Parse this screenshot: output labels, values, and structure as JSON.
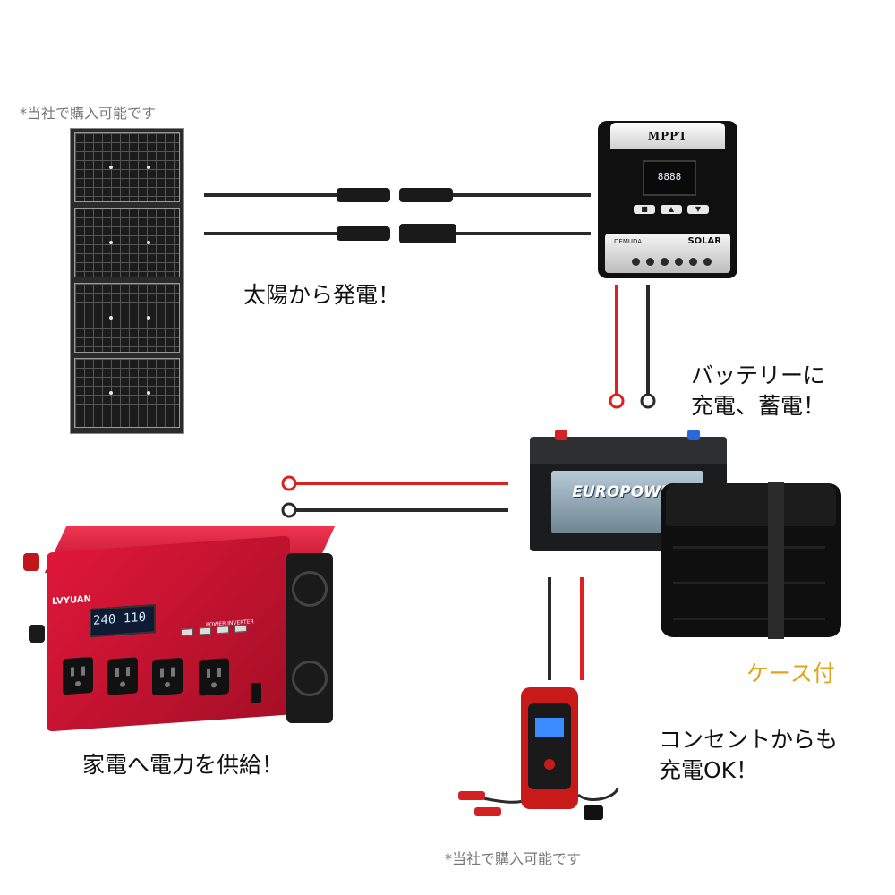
{
  "notes": {
    "top_left": "*当社で購入可能です",
    "bottom_center": "*当社で購入可能です"
  },
  "captions": {
    "solar": "太陽から発電！",
    "battery_line1": "バッテリーに",
    "battery_line2": "充電、蓄電！",
    "case": "ケース付",
    "charger_line1": "コンセントからも",
    "charger_line2": "充電OK！",
    "inverter": "家電へ電力を供給！"
  },
  "devices": {
    "mppt_label": "MPPT",
    "mppt_lcd": "8888",
    "mppt_brand": "DEMUDA",
    "mppt_solar": "SOLAR",
    "battery_brand": "EUROPOWER",
    "inverter_brand": "LVYUAN",
    "inverter_lcd": "240 110",
    "inverter_title": "POWER INVERTER"
  },
  "colors": {
    "wire_red": "#e02020",
    "wire_black": "#2a2a2a",
    "case_text": "#e3a21a"
  }
}
